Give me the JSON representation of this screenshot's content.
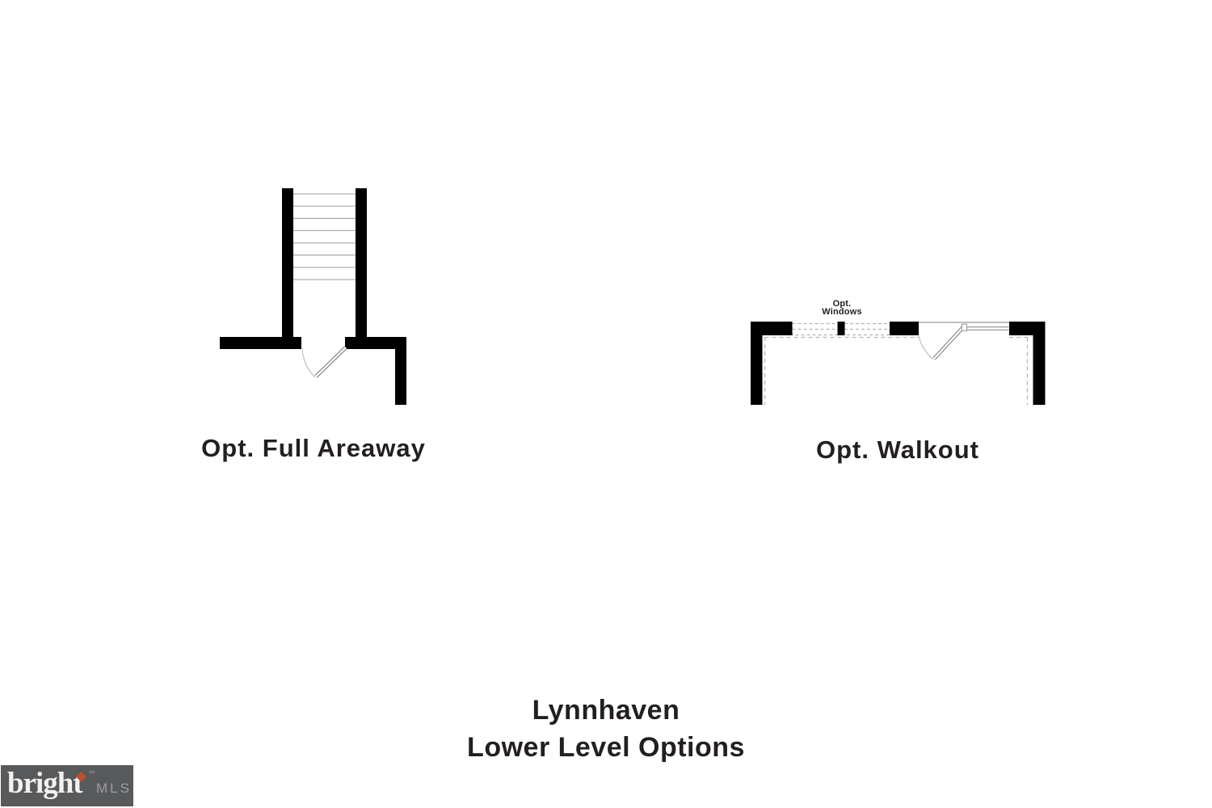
{
  "figures": {
    "areaway": {
      "label": "Opt. Full Areaway"
    },
    "walkout": {
      "label": "Opt. Walkout",
      "windows_label": [
        "Opt.",
        "Windows"
      ]
    }
  },
  "title": {
    "line1": "Lynnhaven",
    "line2": "Lower Level Options"
  },
  "logo": {
    "brand": "bright",
    "trademark": "™",
    "suffix": "MLS",
    "diamond_icon": "diamond",
    "background": "#58595b",
    "brand_color": "#f2f1ef",
    "suffix_color": "#9c9da0",
    "diamond_color": "#c0502d"
  },
  "colors": {
    "page_background": "#ffffff",
    "wall": "#000000",
    "text": "#231f20",
    "stair_tread": "#b0b0b0",
    "door_swing": "#c6c6c6",
    "door_leaf": "#777777",
    "dashed_outline": "#b5b5b5"
  }
}
